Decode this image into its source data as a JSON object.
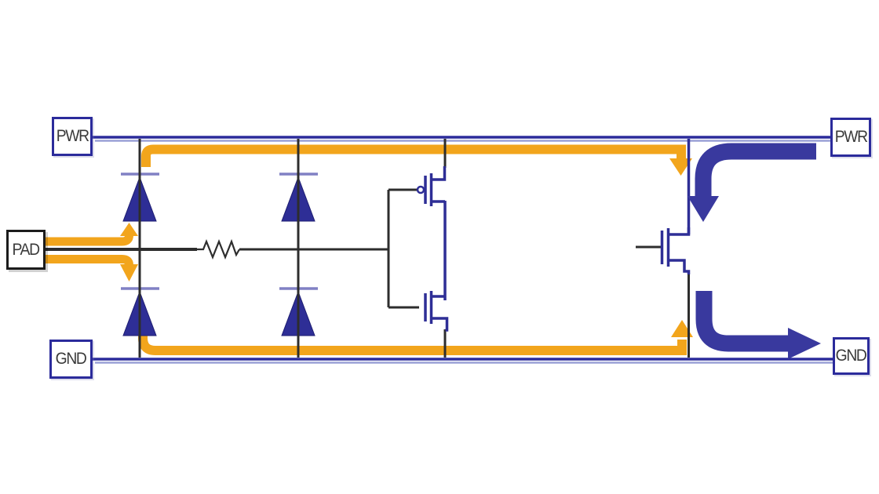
{
  "terminals": {
    "pwr_left": {
      "label": "PWR"
    },
    "pwr_right": {
      "label": "PWR"
    },
    "gnd_left": {
      "label": "GND"
    },
    "gnd_right": {
      "label": "GND"
    },
    "pad": {
      "label": "PAD"
    }
  },
  "colors": {
    "rail_navy": "#2b2b9b",
    "rail_light": "#9aa0d6",
    "wire_black": "#2d2d2d",
    "device_navy": "#2e2e96",
    "cathode_bar": "#8080c4",
    "esd_orange": "#f2a51c",
    "surge_blue": "#39399e",
    "label_text": "#3a3a3a",
    "pad_border": "#1c1c1c"
  },
  "components": [
    {
      "name": "pad-to-pwr-diode-icon",
      "type": "diode-up"
    },
    {
      "name": "pad-to-gnd-diode-icon",
      "type": "diode-up"
    },
    {
      "name": "secondary-pwr-diode-icon",
      "type": "diode-up"
    },
    {
      "name": "secondary-gnd-diode-icon",
      "type": "diode-up"
    },
    {
      "name": "series-resistor-icon",
      "type": "resistor"
    },
    {
      "name": "inverter-pmos-icon",
      "type": "pmos"
    },
    {
      "name": "inverter-nmos-icon",
      "type": "nmos"
    },
    {
      "name": "clamp-nmos-icon",
      "type": "nmos"
    }
  ],
  "flows": [
    {
      "name": "esd-current-path",
      "color_key": "esd_orange"
    },
    {
      "name": "clamp-discharge-path",
      "color_key": "surge_blue"
    }
  ]
}
